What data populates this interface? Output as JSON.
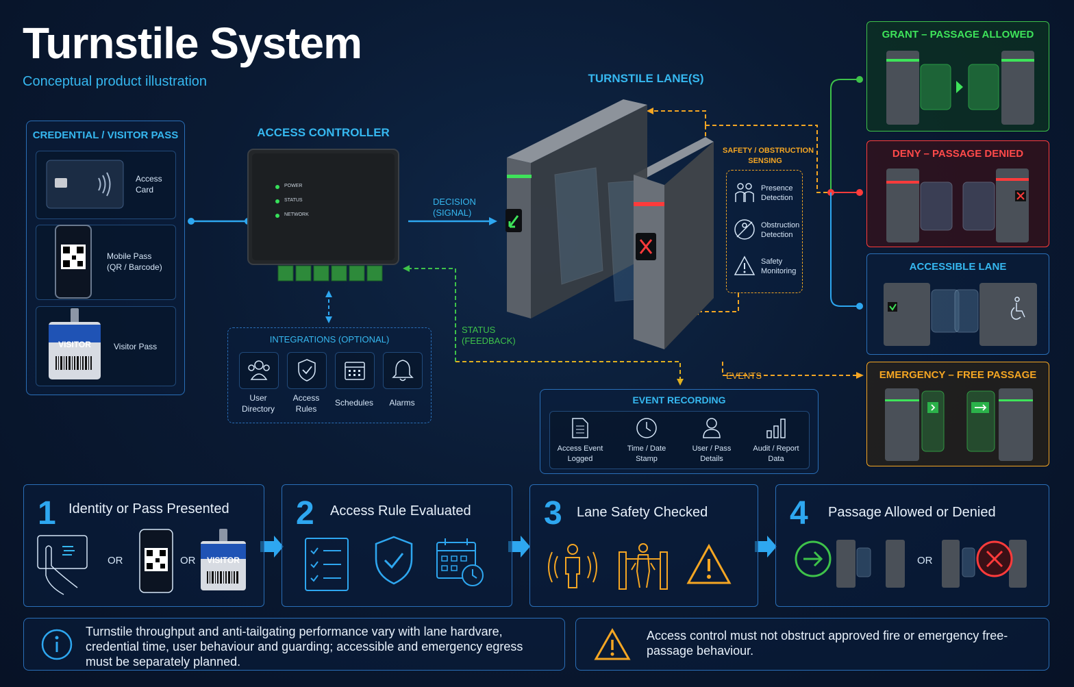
{
  "header": {
    "title": "Turnstile System",
    "subtitle": "Conceptual product illustration"
  },
  "credential": {
    "title": "CREDENTIAL / VISITOR PASS",
    "items": [
      {
        "label": "Access\nCard",
        "icon": "access-card-icon"
      },
      {
        "label": "Mobile Pass\n(QR / Barcode)",
        "icon": "mobile-qr-icon"
      },
      {
        "label": "Visitor Pass",
        "icon": "visitor-badge-icon",
        "badge": "VISITOR"
      }
    ]
  },
  "controller": {
    "title": "ACCESS CONTROLLER",
    "leds": [
      "POWER",
      "STATUS",
      "NETWORK"
    ]
  },
  "decision_label": "DECISION\n(SIGNAL)",
  "status_label": "STATUS\n(FEEDBACK)",
  "events_label": "EVENTS",
  "lanes_title": "TURNSTILE LANE(S)",
  "integrations": {
    "title": "INTEGRATIONS (OPTIONAL)",
    "items": [
      {
        "label": "User\nDirectory",
        "icon": "users-icon"
      },
      {
        "label": "Access\nRules",
        "icon": "shield-check-icon"
      },
      {
        "label": "Schedules",
        "icon": "calendar-icon"
      },
      {
        "label": "Alarms",
        "icon": "bell-icon"
      }
    ]
  },
  "safety": {
    "title": "SAFETY / OBSTRUCTION\nSENSING",
    "items": [
      {
        "label": "Presence\nDetection",
        "icon": "presence-icon"
      },
      {
        "label": "Obstruction\nDetection",
        "icon": "obstruction-icon"
      },
      {
        "label": "Safety\nMonitoring",
        "icon": "warning-icon"
      }
    ]
  },
  "event_recording": {
    "title": "EVENT RECORDING",
    "items": [
      {
        "label": "Access Event\nLogged",
        "icon": "document-icon"
      },
      {
        "label": "Time / Date\nStamp",
        "icon": "clock-icon"
      },
      {
        "label": "User / Pass\nDetails",
        "icon": "user-icon"
      },
      {
        "label": "Audit / Report\nData",
        "icon": "bar-chart-icon"
      }
    ]
  },
  "states": [
    {
      "title": "GRANT – PASSAGE ALLOWED",
      "color": "#3ee35a"
    },
    {
      "title": "DENY – PASSAGE DENIED",
      "color": "#ff3b3b"
    },
    {
      "title": "ACCESSIBLE LANE",
      "color": "#36b8f0"
    },
    {
      "title": "EMERGENCY – FREE PASSAGE",
      "color": "#f5a623"
    }
  ],
  "steps": [
    {
      "num": "1",
      "title": "Identity or Pass Presented",
      "or": "OR",
      "badge": "VISITOR"
    },
    {
      "num": "2",
      "title": "Access Rule Evaluated"
    },
    {
      "num": "3",
      "title": "Lane Safety Checked"
    },
    {
      "num": "4",
      "title": "Passage Allowed or Denied",
      "or": "OR"
    }
  ],
  "notes": {
    "info": "Turnstile throughput and anti-tailgating performance vary with lane hardvare, credential time, user behaviour and guarding; accessible and emergency egress must be separately planned.",
    "warning": "Access control must not obstruct approved fire or emergency free-passage behaviour."
  },
  "colors": {
    "accent": "#36b8f0",
    "grant": "#3ee35a",
    "deny": "#ff3b3b",
    "emergency": "#f5a623",
    "safety": "#f5a623"
  }
}
